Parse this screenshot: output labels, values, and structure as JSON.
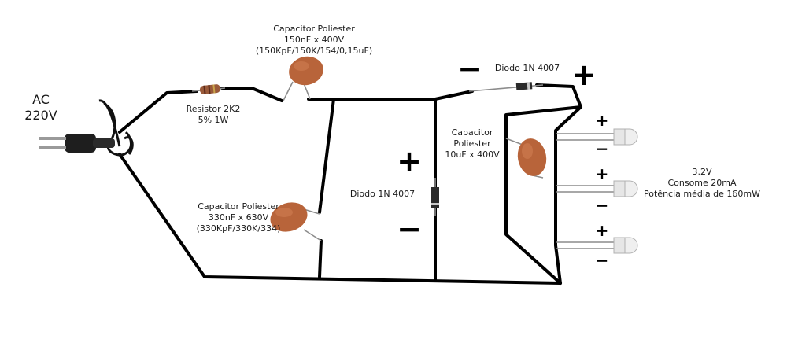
{
  "source": {
    "label_line1": "AC",
    "label_line2": "220V"
  },
  "resistor": {
    "line1": "Resistor 2K2",
    "line2": "5% 1W"
  },
  "capacitor_top": {
    "line1": "Capacitor Poliester",
    "line2": "150nF x 400V",
    "line3": "(150KpF/150K/154/0,15uF)"
  },
  "capacitor_bottom": {
    "line1": "Capacitor Poliester",
    "line2": "330nF x 630V",
    "line3": "(330KpF/330K/334)"
  },
  "diode_top": {
    "label": "Diodo 1N 4007",
    "minus": "−",
    "plus": "+"
  },
  "diode_middle": {
    "label": "Diodo 1N 4007",
    "plus": "+",
    "minus": "−"
  },
  "capacitor_filter": {
    "line1": "Capacitor",
    "line2": "Poliester",
    "line3": "10uF x 400V"
  },
  "leds": [
    {
      "plus": "+",
      "minus": "−"
    },
    {
      "plus": "+",
      "minus": "−"
    },
    {
      "plus": "+",
      "minus": "−"
    }
  ],
  "led_info": {
    "line1": "3.2V",
    "line2": "Consome 20mA",
    "line3": "Potência média de 160mW"
  },
  "colors": {
    "wire": "#000000",
    "capacitor": "#b8643a",
    "resistor": "#9a5a3a",
    "led": "#e6e6e6"
  }
}
